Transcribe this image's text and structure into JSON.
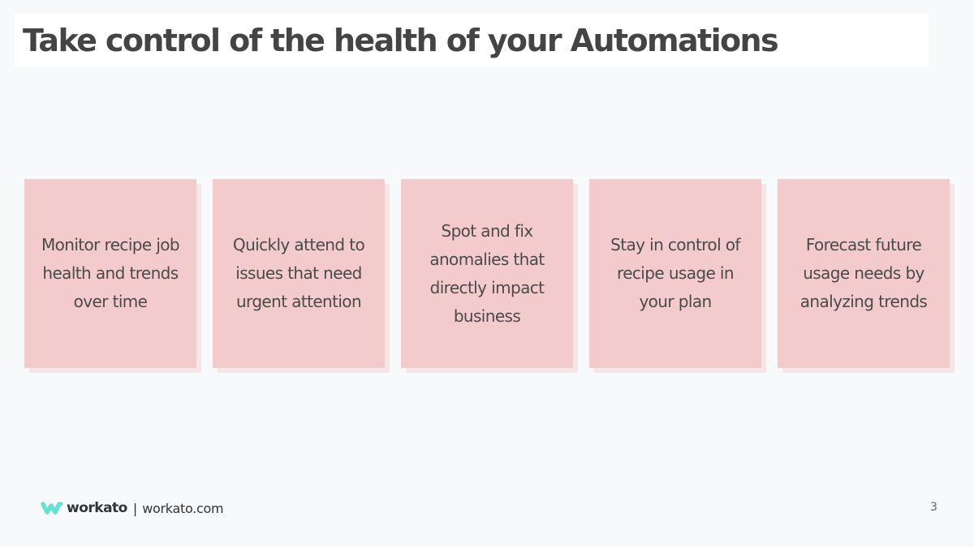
{
  "slide": {
    "title": "Take control of the health of your Automations",
    "cards": [
      {
        "text": "Monitor recipe job health and trends over time"
      },
      {
        "text": "Quickly attend to issues that need urgent attention"
      },
      {
        "text": "Spot and fix anomalies that directly impact business"
      },
      {
        "text": "Stay in control of recipe usage in your plan"
      },
      {
        "text": "Forecast future usage needs by analyzing trends"
      }
    ],
    "card_color": "#f4cbcc",
    "card_shadow_color": "#f7e4e5"
  },
  "footer": {
    "logo_icon": "workato-logo-icon",
    "logo_color": "#67e0d6",
    "brand": "workato",
    "separator": "|",
    "website": "workato.com"
  },
  "page_number": "3"
}
